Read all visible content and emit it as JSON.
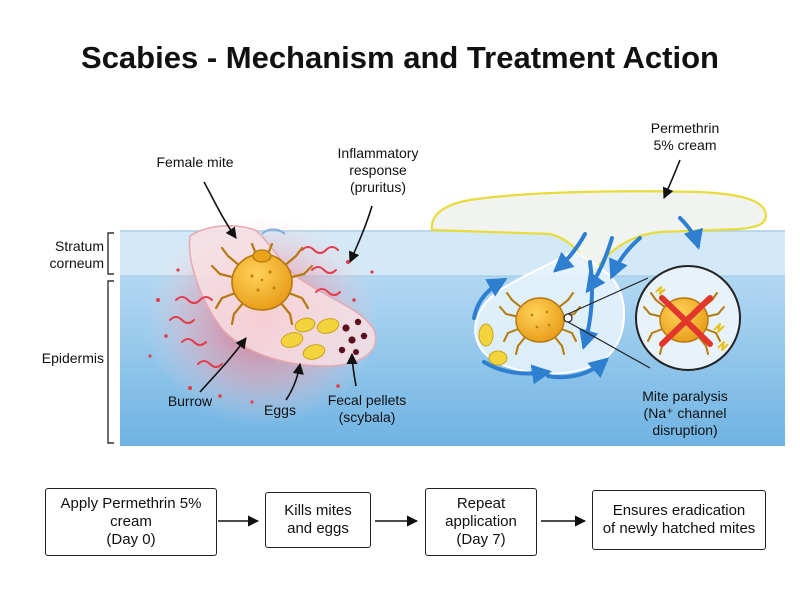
{
  "title": "Scabies - Mechanism and Treatment Action",
  "labels": {
    "female_mite": "Female mite",
    "inflammatory": [
      "Inflammatory",
      "response",
      "(pruritus)"
    ],
    "permethrin": [
      "Permethrin",
      "5% cream"
    ],
    "stratum": [
      "Stratum",
      "corneum"
    ],
    "epidermis": "Epidermis",
    "burrow": "Burrow",
    "eggs": "Eggs",
    "fecal": [
      "Fecal pellets",
      "(scybala)"
    ],
    "paralysis": [
      "Mite paralysis",
      "(Na⁺ channel",
      "disruption)"
    ]
  },
  "steps": [
    {
      "lines": [
        "Apply Permethrin 5%",
        "cream",
        "(Day 0)"
      ]
    },
    {
      "lines": [
        "Kills mites",
        "and eggs"
      ]
    },
    {
      "lines": [
        "Repeat",
        "application",
        "(Day 7)"
      ]
    },
    {
      "lines": [
        "Ensures eradication",
        "of newly hatched mites"
      ]
    }
  ],
  "colors": {
    "skin_top": "#cfe6f6",
    "epidermis": "#8cc4ea",
    "burrow_fill": "#f9dfe3",
    "inflammation": "#f04a5a",
    "mite": "#f2b324",
    "egg": "#f1d33a",
    "pellet": "#5a1020",
    "cream": "#f1f3f0",
    "cream_outline": "#e8dc3c",
    "flow_arrow": "#2e7fcf",
    "paralysis_x": "#e2362d"
  }
}
